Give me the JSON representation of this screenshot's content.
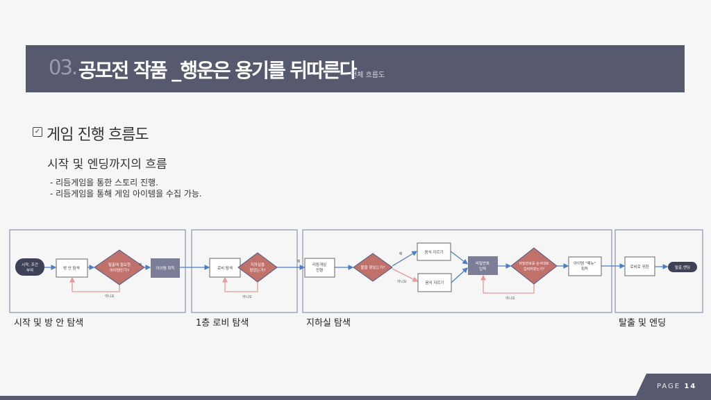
{
  "header": {
    "number": "03.",
    "title": "공모전 작품 _행운은 용기를 뒤따른다",
    "subtitle": "전체 흐름도"
  },
  "section": {
    "icon": "checkbox-icon",
    "title": "게임 진행 흐름도",
    "subtitle": "시작 및 엔딩까지의 흐름",
    "bullets": [
      "- 리듬게임을 통한 스토리 진행.",
      "- 리듬게임을 통해 게임 아이템을 수집 가능."
    ]
  },
  "flow": {
    "nodes": {
      "start": [
        "시작, 조건",
        "부여"
      ],
      "explore_room": [
        "방 안 탐색"
      ],
      "decision_item": [
        "탈출에 필요한",
        "아이템인가?"
      ],
      "get_item": [
        "아이템 획득"
      ],
      "explore_lobby": [
        "로비 탐색"
      ],
      "decision_basement": [
        "지하실을",
        "찾았는가?"
      ],
      "rhythm_game": [
        "리듬게임",
        "진행"
      ],
      "decision_light": [
        "불을 찾았는가?"
      ],
      "cut_food_1": [
        "음식 자르기"
      ],
      "cut_food_2": [
        "음식 자르기"
      ],
      "password_input": [
        "비밀번호",
        "입력"
      ],
      "decision_password": [
        "비밀번호를 순서대로",
        "입력하였는가?"
      ],
      "get_menu": [
        "아이템 \"메뉴\"",
        "획득"
      ],
      "return_lobby": [
        "로비로 귀환"
      ],
      "end": [
        "탈출,엔딩"
      ]
    },
    "labels": {
      "yes": "예",
      "no": "아니오"
    },
    "colors": {
      "decision": "#c0716a",
      "process_dark": "#7b7e96",
      "terminal": "#3f4257",
      "arrow_yes": "#4a7ec8",
      "arrow_no": "#e59a95"
    }
  },
  "captions": [
    "시작 및 방 안 탐색",
    "1층 로비 탐색",
    "지하실 탐색",
    "탈출 및 엔딩"
  ],
  "footer": {
    "page_label": "PAGE",
    "page_number": "14"
  }
}
